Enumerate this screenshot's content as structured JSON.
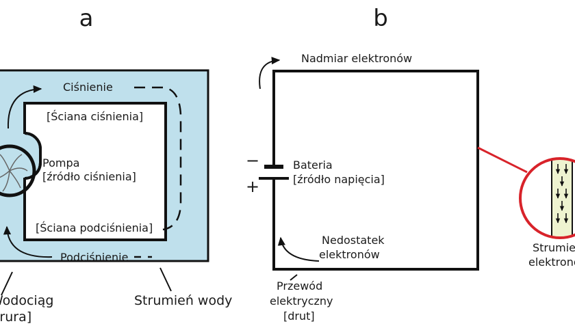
{
  "panels": {
    "a": "a",
    "b": "b"
  },
  "water": {
    "pressure": "Ciśnienie",
    "pressure_wall": "[Ściana ciśnienia]",
    "pump_line1": "Pompa",
    "pump_line2": "[źródło ciśnienia]",
    "suction_wall": "[Ściana podciśnienia]",
    "suction": "Podciśnienie",
    "pipe_line1": "Wodociąg",
    "pipe_line2": "[rura]",
    "stream": "Strumień wody"
  },
  "circuit": {
    "excess": "Nadmiar elektronów",
    "minus": "−",
    "plus": "+",
    "battery_line1": "Bateria",
    "battery_line2": "[źródło napięcia]",
    "deficit_line1": "Nedostatek",
    "deficit_line2": "elektronów",
    "wire_line1": "Przewód",
    "wire_line2": "elektryczny",
    "wire_line3": "[drut]",
    "flow_line1": "Strumień",
    "flow_line2": "elektronów"
  },
  "colors": {
    "water": "#bfe0ec",
    "outline": "#111111",
    "zoom": "#d8232a",
    "wire_fill": "#eef3d0"
  }
}
